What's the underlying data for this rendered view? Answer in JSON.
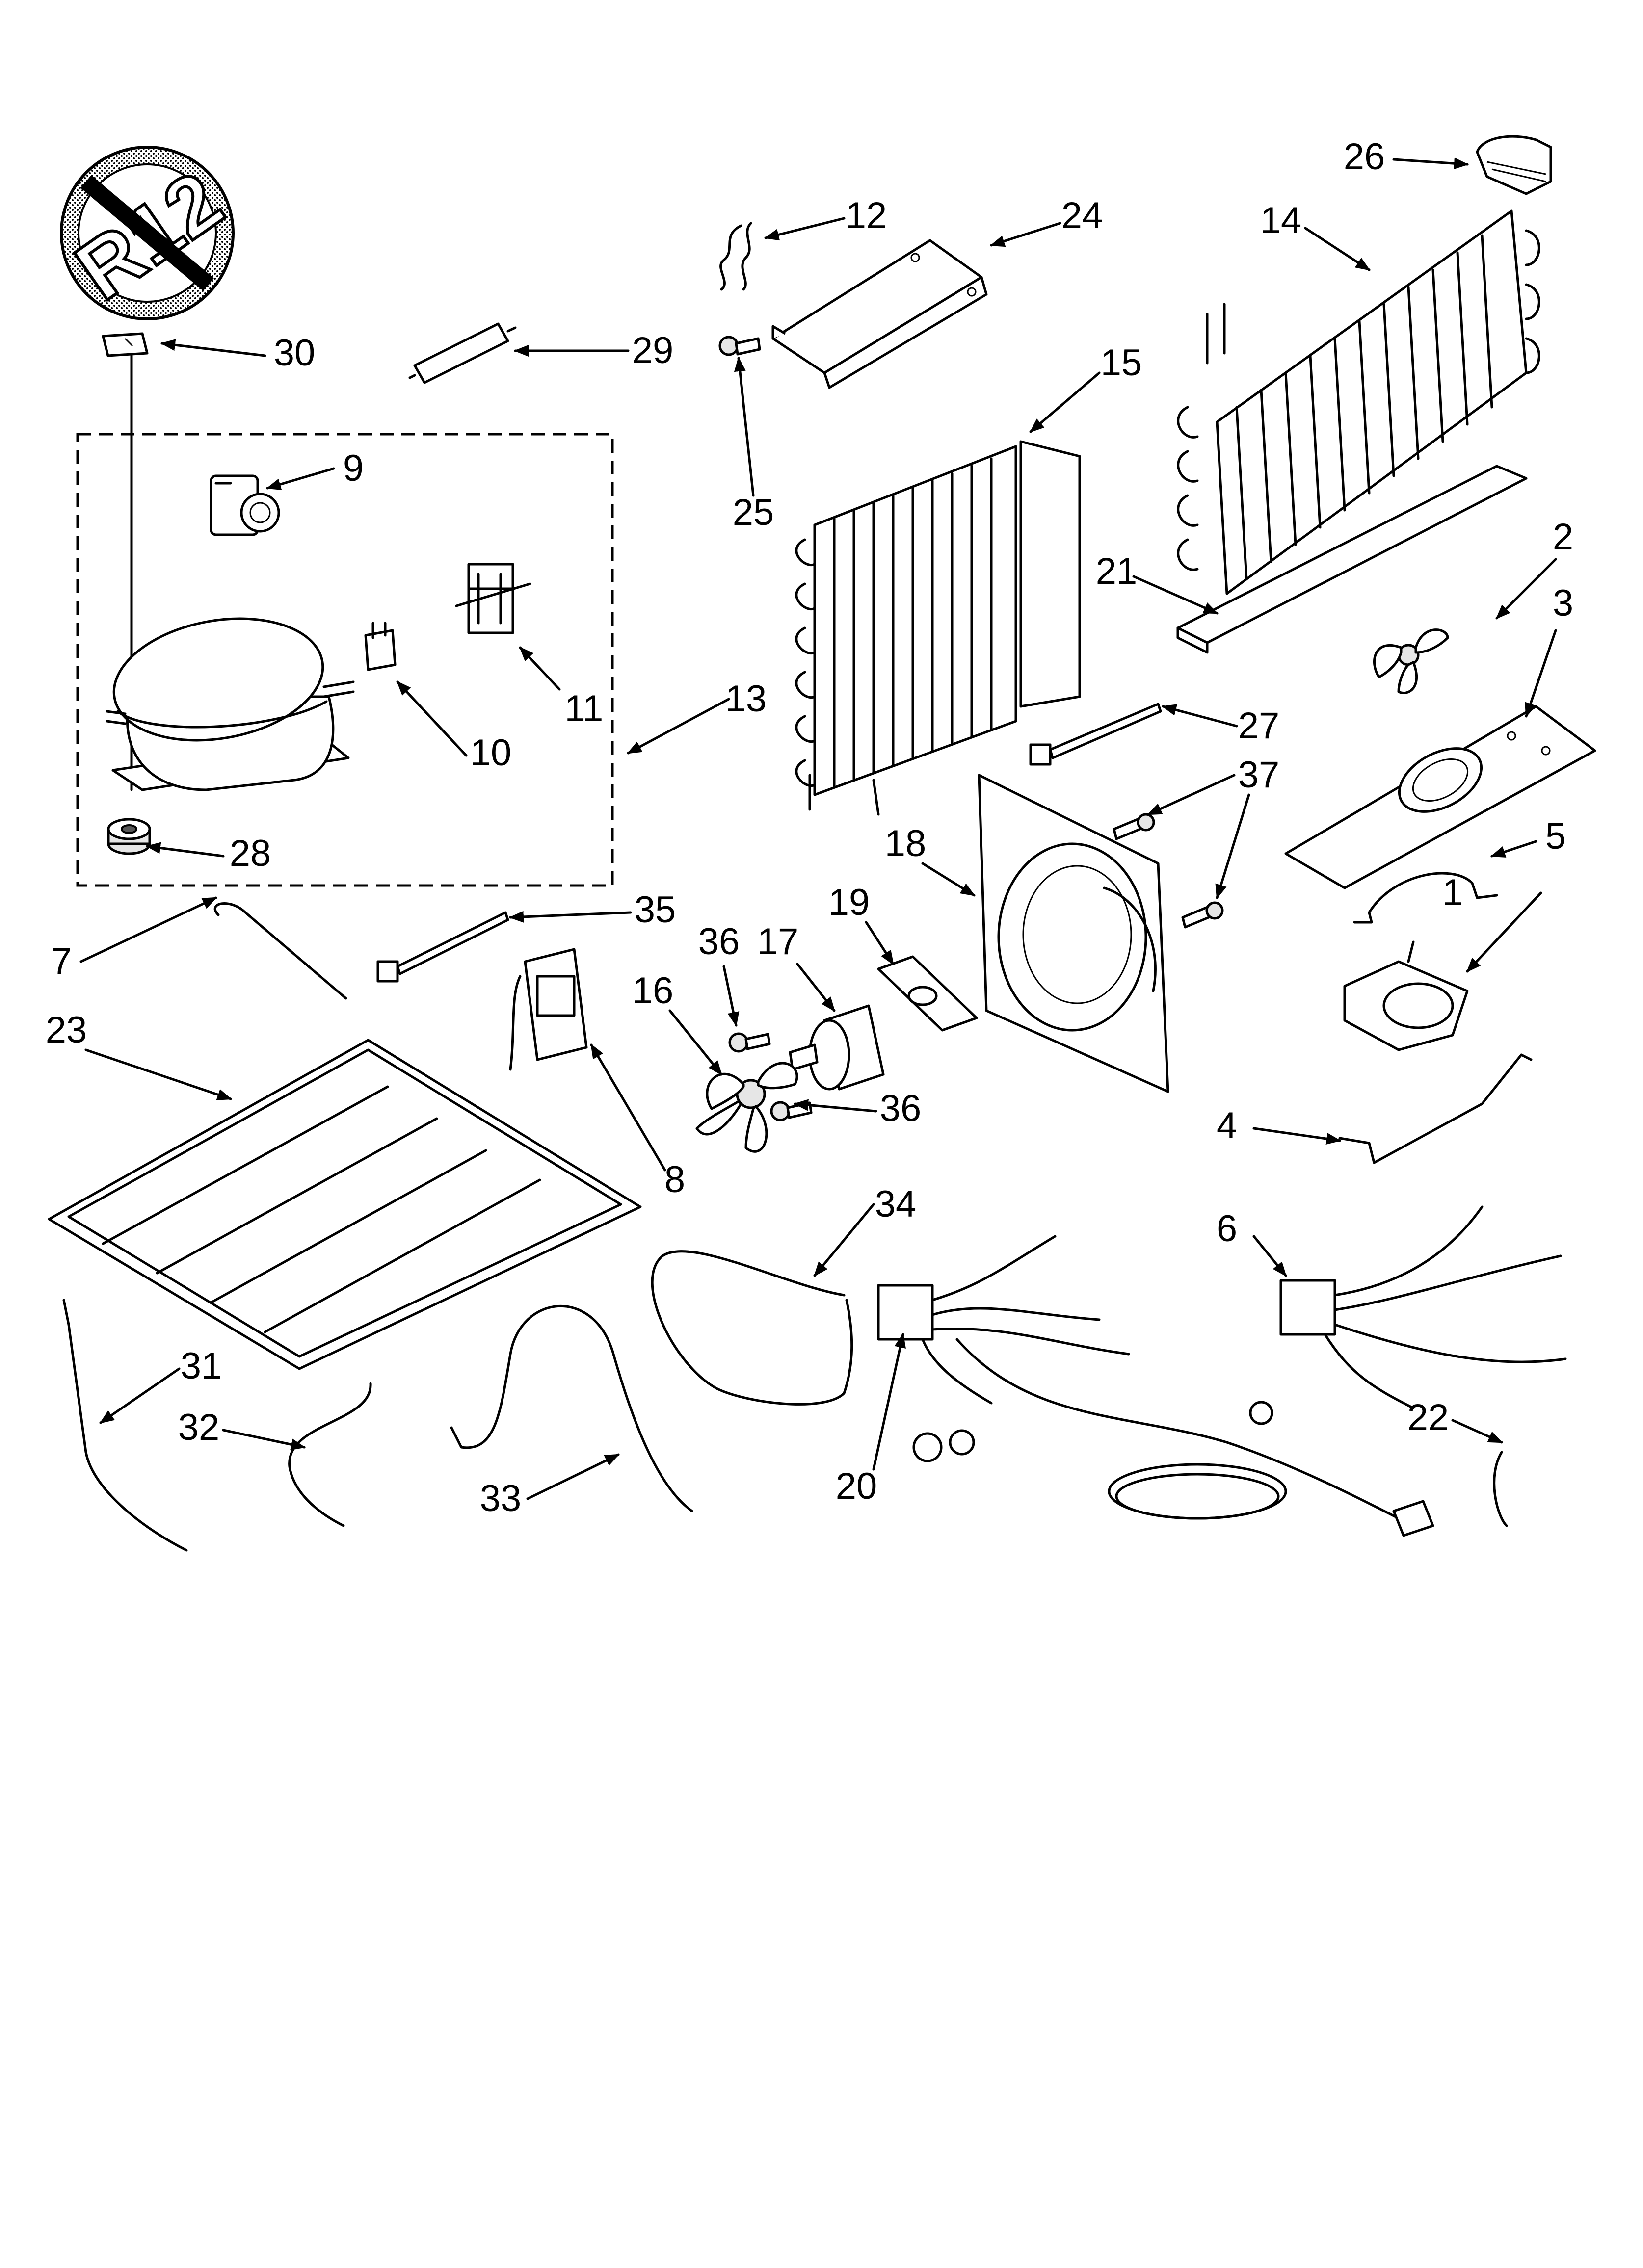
{
  "badge": {
    "text": "R12"
  },
  "callouts": [
    "1",
    "2",
    "3",
    "4",
    "5",
    "6",
    "7",
    "8",
    "9",
    "10",
    "11",
    "12",
    "13",
    "14",
    "15",
    "16",
    "17",
    "18",
    "19",
    "20",
    "21",
    "22",
    "23",
    "24",
    "25",
    "26",
    "27",
    "28",
    "29",
    "30",
    "31",
    "32",
    "33",
    "34",
    "35",
    "36",
    "36",
    "37"
  ],
  "icons": {
    "badge": "no-r12-icon",
    "pointer": "arrow-icon"
  }
}
